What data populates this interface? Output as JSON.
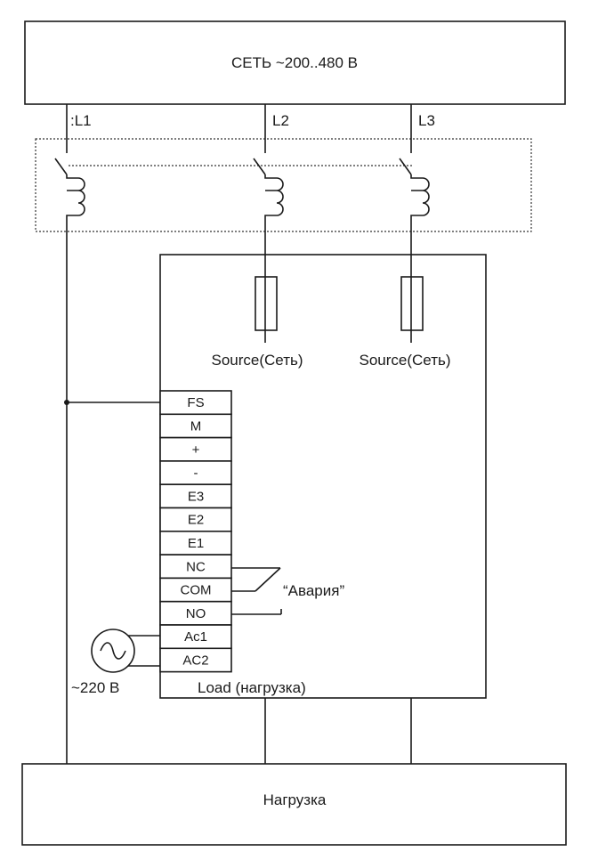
{
  "network": {
    "title": "СЕТЬ ~200..480 В"
  },
  "phases": [
    {
      "label": ":L1"
    },
    {
      "label": "L2"
    },
    {
      "label": "L3"
    }
  ],
  "sources": [
    {
      "label": "Source(Сеть)"
    },
    {
      "label": "Source(Сеть)"
    }
  ],
  "terminals": [
    {
      "label": "FS"
    },
    {
      "label": "M"
    },
    {
      "label": "+"
    },
    {
      "label": "-"
    },
    {
      "label": "E3"
    },
    {
      "label": "E2"
    },
    {
      "label": "E1"
    },
    {
      "label": "NC"
    },
    {
      "label": "COM"
    },
    {
      "label": "NO"
    },
    {
      "label": "Ac1"
    },
    {
      "label": "AC2"
    }
  ],
  "alarm": {
    "label": "“Авария”"
  },
  "ac_source": {
    "label": "~220 В"
  },
  "device": {
    "load_label": "Load (нагрузка)"
  },
  "load": {
    "title": "Нагрузка"
  }
}
